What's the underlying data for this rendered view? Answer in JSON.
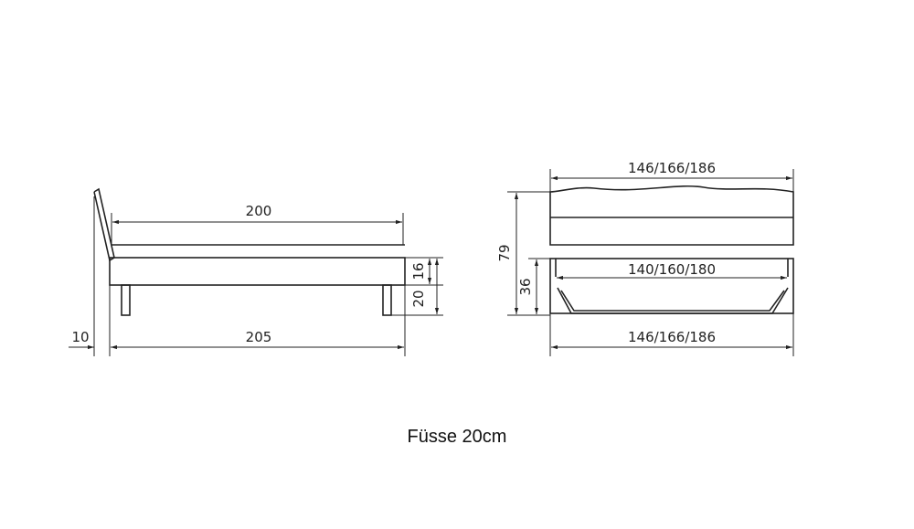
{
  "caption": "Füsse 20cm",
  "side_view": {
    "length_top": "200",
    "length_total": "205",
    "headboard_offset": "10",
    "frame_height": "16",
    "leg_height": "20"
  },
  "front_view": {
    "width_top": "146/166/186",
    "width_inner": "140/160/180",
    "width_bottom": "146/166/186",
    "total_height": "79",
    "base_height": "36"
  },
  "colors": {
    "line": "#222222",
    "background": "#ffffff"
  }
}
